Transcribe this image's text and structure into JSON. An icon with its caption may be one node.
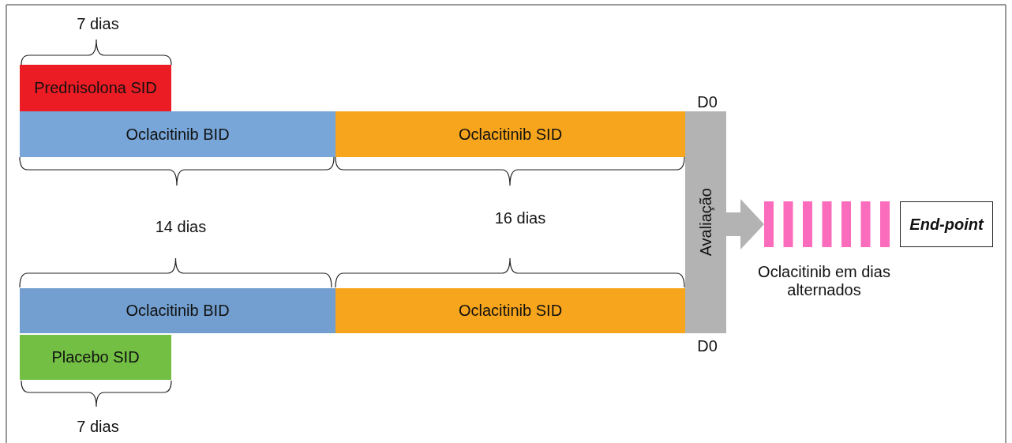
{
  "diagram": {
    "nodes": [
      {
        "text": [
          "Prednisolona SID"
        ]
      },
      {
        "text": [
          "Oclacitinib BID"
        ]
      },
      {
        "text": [
          "Oclacitinib SID"
        ]
      },
      {
        "text": [
          "Avaliação"
        ]
      },
      {
        "text": [],
        "shape": "bar",
        "beside": [
          "Oclacitinib em dias alternados"
        ]
      },
      {
        "text": [
          "End-point"
        ]
      },
      {
        "text": [
          "Oclacitinib BID"
        ]
      },
      {
        "text": [
          "Oclacitinib SID"
        ]
      },
      {
        "text": [
          "Placebo SID"
        ]
      }
    ],
    "edges": [
      {
        "from": 3,
        "to": 4,
        "arrow": "to"
      }
    ],
    "labels": [
      "7 dias",
      "D0",
      "16 dias",
      "14 dias",
      "D0",
      "7 dias"
    ]
  }
}
